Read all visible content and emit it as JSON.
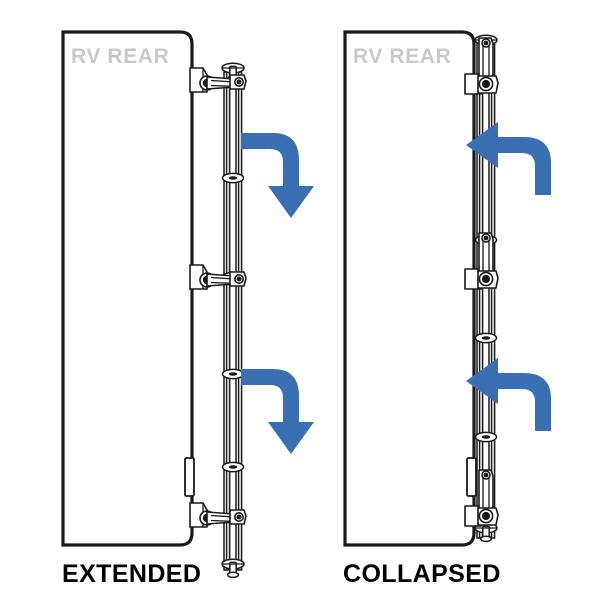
{
  "diagram": {
    "title_visible": false,
    "background_color": "#ffffff",
    "outline_color": "#1a1a1a",
    "arrow_color": "#3a6fb4",
    "panel_label_color": "#c9c9c9",
    "state_label_color": "#000000",
    "views": [
      {
        "id": "extended",
        "state_label": "EXTENDED",
        "panel_label": "RV REAR",
        "arrow_direction": "curve-down-right",
        "arrow_count": 2,
        "ladder_state": "extended",
        "hinge_count": 3,
        "collar_count": 5
      },
      {
        "id": "collapsed",
        "state_label": "COLLAPSED",
        "panel_label": "RV REAR",
        "arrow_direction": "curve-up-left",
        "arrow_count": 2,
        "ladder_state": "collapsed",
        "hinge_count": 3,
        "collar_count": 5
      }
    ]
  }
}
